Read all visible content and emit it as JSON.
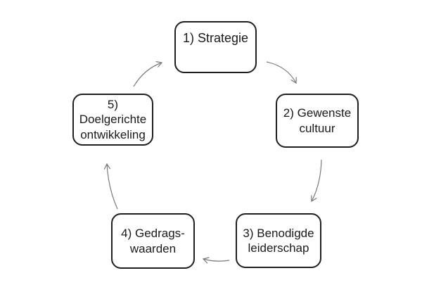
{
  "diagram": {
    "type": "cycle",
    "nodes": [
      {
        "id": "strategie",
        "label_lines": [
          "1) Strategie"
        ]
      },
      {
        "id": "gewenste-cultuur",
        "label_lines": [
          "2) Gewenste",
          "cultuur"
        ]
      },
      {
        "id": "benodigde-leiderschap",
        "label_lines": [
          "3) Benodigde",
          "leiderschap"
        ]
      },
      {
        "id": "gedragswaarden",
        "label_lines": [
          "4) Gedrags-",
          "waarden"
        ]
      },
      {
        "id": "doelgerichte-ontwikkeling",
        "label_lines": [
          "5)",
          "Doelgerichte",
          "ontwikkeling"
        ]
      }
    ],
    "edges": [
      {
        "from": "strategie",
        "to": "gewenste-cultuur"
      },
      {
        "from": "gewenste-cultuur",
        "to": "benodigde-leiderschap"
      },
      {
        "from": "benodigde-leiderschap",
        "to": "gedragswaarden"
      },
      {
        "from": "gedragswaarden",
        "to": "doelgerichte-ontwikkeling"
      },
      {
        "from": "doelgerichte-ontwikkeling",
        "to": "strategie"
      }
    ],
    "colors": {
      "background": "#ffffff",
      "box_fill": "#ffffff",
      "box_border": "#1f1f1f",
      "text": "#1a1a1a",
      "arrow": "#7a7a7a"
    }
  }
}
